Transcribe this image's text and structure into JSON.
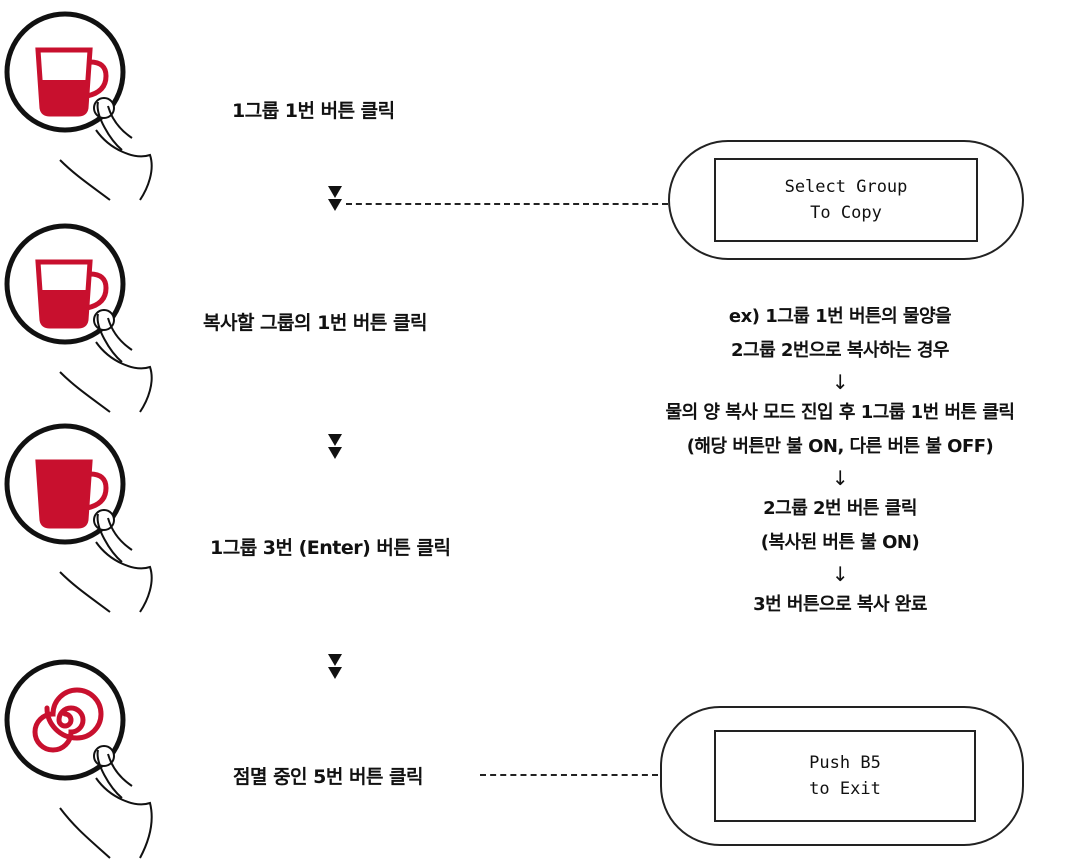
{
  "steps": [
    {
      "label": "1그룹 1번 버튼 클릭",
      "icon": "cup-half-icon"
    },
    {
      "label": "복사할 그룹의 1번 버튼 클릭",
      "icon": "cup-half-icon"
    },
    {
      "label": "1그룹 3번 (Enter) 버튼 클릭",
      "icon": "cup-full-icon"
    },
    {
      "label": "점멸 중인 5번 버튼 클릭",
      "icon": "spiral-icon"
    }
  ],
  "lcd_top": {
    "line1": "Select Group",
    "line2": "To Copy"
  },
  "lcd_bottom": {
    "line1": "Push B5",
    "line2": "to Exit"
  },
  "example": {
    "line1": "ex) 1그룹 1번 버튼의 물양을",
    "line2": "2그룹 2번으로 복사하는 경우",
    "arrow": "↓",
    "line3": "물의 양 복사 모드 진입 후 1그룹 1번 버튼 클릭",
    "line4": "(해당 버튼만 불 ON, 다른 버튼 불 OFF)",
    "line5": "2그룹 2번 버튼 클릭",
    "line6": "(복사된 버튼 불 ON)",
    "line7": "3번 버튼으로 복사 완료"
  },
  "colors": {
    "accent_red": "#c8102e",
    "outline": "#111111"
  }
}
